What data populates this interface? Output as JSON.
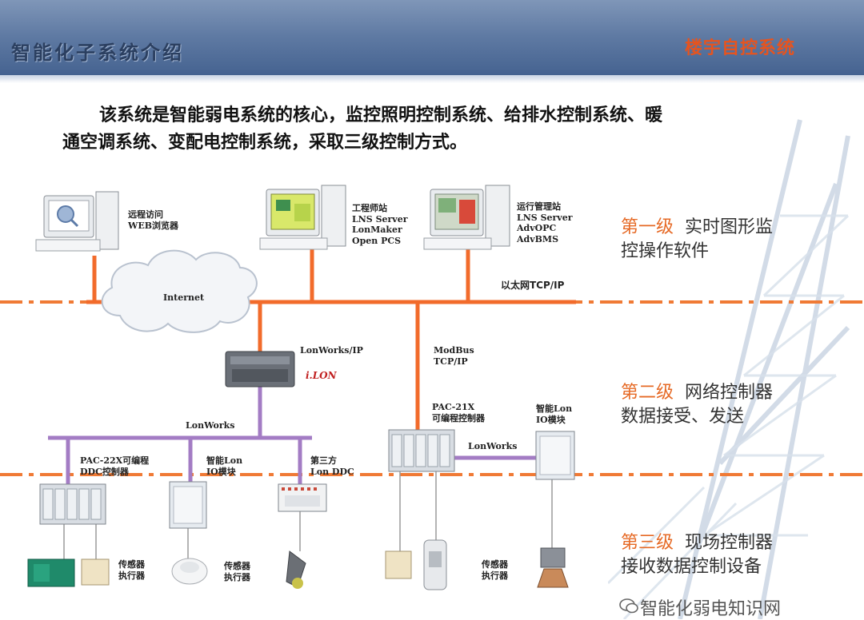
{
  "header": {
    "title": "智能化子系统介绍",
    "subtitle": "楼宇自控系统"
  },
  "intro": {
    "line1": "该系统是智能弱电系统的核心，监控照明控制系统、给排水控制系统、暖",
    "line2": "通空调系统、变配电控制系统，采取三级控制方式。"
  },
  "stations": {
    "remote": {
      "line1": "远程访问",
      "line2": "WEB浏览器"
    },
    "engineer": {
      "line1": "工程师站",
      "line2": "LNS Server",
      "line3": "LonMaker",
      "line4": "Open PCS"
    },
    "operator": {
      "line1": "运行管理站",
      "line2": "LNS Server",
      "line3": "AdvOPC",
      "line4": "AdvBMS"
    }
  },
  "network": {
    "internet": "Internet",
    "ethernet": "以太网TCP/IP",
    "lonworks_ip": "LonWorks/IP",
    "ilon": "i.LON",
    "modbus1": "ModBus",
    "modbus2": "TCP/IP",
    "lonworks_left": "LonWorks",
    "lonworks_right": "LonWorks"
  },
  "devices": {
    "pac21x": {
      "line1": "PAC-21X",
      "line2": "可编程控制器"
    },
    "smart_io_right": {
      "line1": "智能Lon",
      "line2": "IO模块"
    },
    "pac22x": {
      "line1": "PAC-22X可编程",
      "line2": "DDC控制器"
    },
    "smart_io_left": {
      "line1": "智能Lon",
      "line2": "IO模块"
    },
    "third_party": {
      "line1": "第三方",
      "line2": "Lon DDC"
    }
  },
  "sensors": [
    {
      "line1": "传感器",
      "line2": "执行器"
    },
    {
      "line1": "传感器",
      "line2": "执行器"
    },
    {
      "line1": "传感器",
      "line2": "执行器"
    }
  ],
  "levels": [
    {
      "name": "第一级",
      "desc1": "实时图形监",
      "desc2": "控操作软件"
    },
    {
      "name": "第二级",
      "desc1": "网络控制器",
      "desc2": "数据接受、发送"
    },
    {
      "name": "第三级",
      "desc1": "现场控制器",
      "desc2": "接收数据控制设备"
    }
  ],
  "watermark": "智能化弱电知识网",
  "colors": {
    "network_line": "#f26b2b",
    "lonworks_bus": "#a37cc4",
    "level_highlight": "#e66a26",
    "header": "#5f7aa3"
  }
}
